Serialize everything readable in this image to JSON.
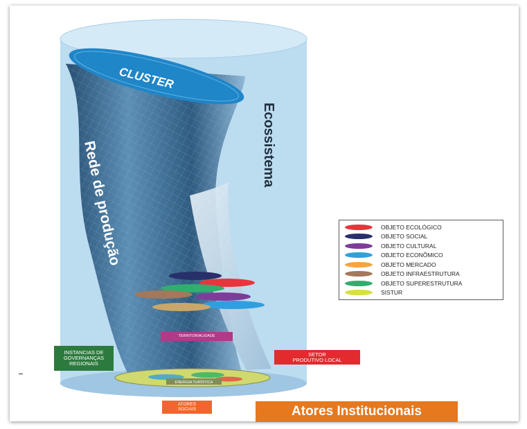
{
  "diagram": {
    "top_label": "CLUSTER",
    "vertical_left": "Rede de produção",
    "vertical_right": "Ecossistema",
    "base_label": "ENERGIA TURÍSTICA",
    "labels": {
      "instancias": [
        "INSTANCIAS DE",
        "GOVERNANÇAS",
        "REGIONAIS"
      ],
      "territorialidade": "TERRITORIALIDADE",
      "setor": [
        "SETOR",
        "PRODUTIVO LOCAL"
      ],
      "atores_sociais": [
        "ATORES",
        "SOCIAIS"
      ],
      "atores_institucionais": "Atores Institucionais"
    }
  },
  "legend": [
    {
      "label": "OBJETO ECOLÓGICO",
      "color": "#e8343c"
    },
    {
      "label": "OBJETO SOCIAL",
      "color": "#27306a"
    },
    {
      "label": "OBJETO CULTURAL",
      "color": "#7d3c9a"
    },
    {
      "label": "OBJETO ECONÔMICO",
      "color": "#2f9fe0"
    },
    {
      "label": "OBJETO MERCADO",
      "color": "#f5a442"
    },
    {
      "label": "OBJETO INFRAESTRUTURA",
      "color": "#a4785a"
    },
    {
      "label": "OBJETO SUPERESTRUTURA",
      "color": "#2fae6e"
    },
    {
      "label": "SISTUR",
      "color": "#d6e043"
    }
  ]
}
